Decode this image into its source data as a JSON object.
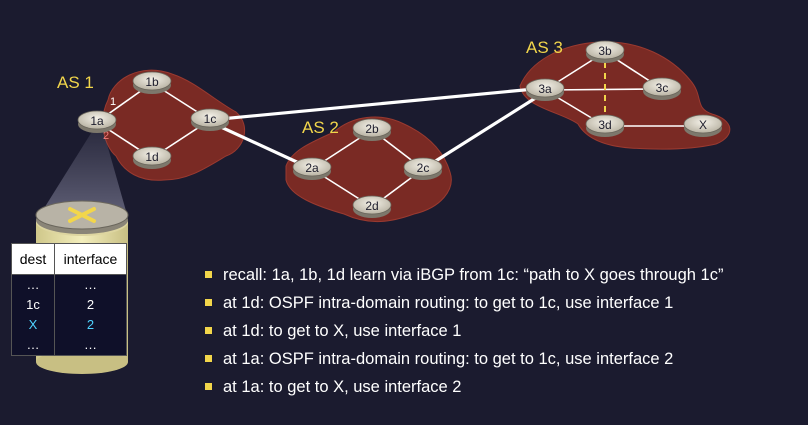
{
  "as_labels": [
    "AS 1",
    "AS 2",
    "AS 3"
  ],
  "routers": {
    "r1a": "1a",
    "r1b": "1b",
    "r1c": "1c",
    "r1d": "1d",
    "r2a": "2a",
    "r2b": "2b",
    "r2c": "2c",
    "r2d": "2d",
    "r3a": "3a",
    "r3b": "3b",
    "r3c": "3c",
    "r3d": "3d",
    "rX": "X"
  },
  "interface_labels": [
    "1",
    "2"
  ],
  "forwarding_table": {
    "headers": [
      "dest",
      "interface"
    ],
    "rows": [
      [
        "…",
        "…"
      ],
      [
        "1c",
        "2"
      ],
      [
        "X",
        "2"
      ],
      [
        "…",
        "…"
      ]
    ]
  },
  "bullets": [
    "recall: 1a, 1b, 1d learn via iBGP from 1c: “path to X goes through 1c”",
    "at 1d: OSPF intra-domain routing: to get to 1c, use  interface 1",
    "at 1d: to get to X, use  interface 1",
    "at 1a: OSPF intra-domain routing: to get to 1c, use  interface 2",
    "at 1a: to get to X, use  interface 2"
  ],
  "colors": {
    "background": "#1b1b2f",
    "as_cloud": "#7a2a24",
    "accent_yellow": "#f2d64b",
    "highlight_cyan": "#4fd3ff",
    "link": "#ffffff"
  }
}
